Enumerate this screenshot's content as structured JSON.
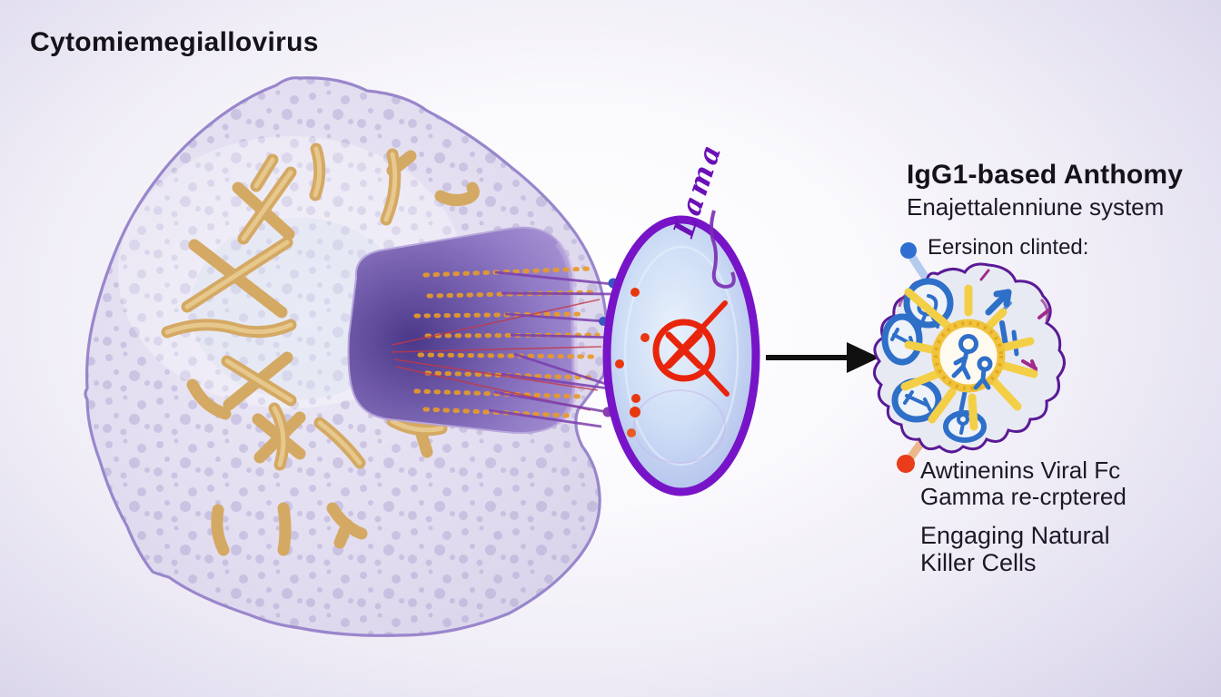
{
  "header": {
    "title": "Cytomiemegiallovirus"
  },
  "annotation": {
    "handwritten_label": "Lama"
  },
  "right_panel": {
    "title": "IgG1-based Anthomy",
    "subtitle": "Enajettalenniune system",
    "bullet1": {
      "label": "Eersinon clinted:"
    },
    "bullet2": {
      "line1": "Awtinenins Viral Fc",
      "line2": "Gamma re-crptered"
    },
    "note": {
      "line1": "Engaging Natural",
      "line2": "Killer Cells"
    }
  },
  "icons": {
    "no_entry": "crossed-circle",
    "arrow": "right-arrow",
    "sun": "starburst-ring",
    "bullet1": "blue-dot",
    "bullet2": "red-dot"
  },
  "colors": {
    "title_text": "#16121a",
    "body_text": "#1d1826",
    "bullet_blue": "#2f6fd2",
    "bullet_red": "#e83c1a",
    "prohibition_red": "#e8250c",
    "membrane_purple": "#9a86cc",
    "virus_border_purple": "#7714c8",
    "chromosome_tan": "#d4a964",
    "cluster_outline": "#5a1a96",
    "cluster_blue": "#2e6fc8",
    "sun_yellow": "#f0c33c",
    "handwriting_purple": "#6b10b6",
    "connector_blue": "#b5cbee",
    "connector_orange": "#eab88c",
    "arrow_black": "#101010",
    "gold_dust": "#e79b2a"
  }
}
